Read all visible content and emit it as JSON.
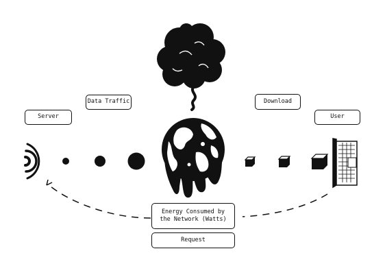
{
  "labels": {
    "server": "Server",
    "data_traffic": "Data Traffic",
    "download": "Download",
    "user": "User",
    "energy": "Energy Consumed by the Network (Watts)",
    "request": "Request"
  },
  "icons": {
    "server": "wifi-signal-icon",
    "earth": "melting-earth-icon",
    "smoke": "smoke-cloud-icon",
    "laptop": "laptop-icon",
    "packets": "data-packet-icon"
  },
  "colors": {
    "ink": "#111111",
    "background": "#ffffff"
  }
}
